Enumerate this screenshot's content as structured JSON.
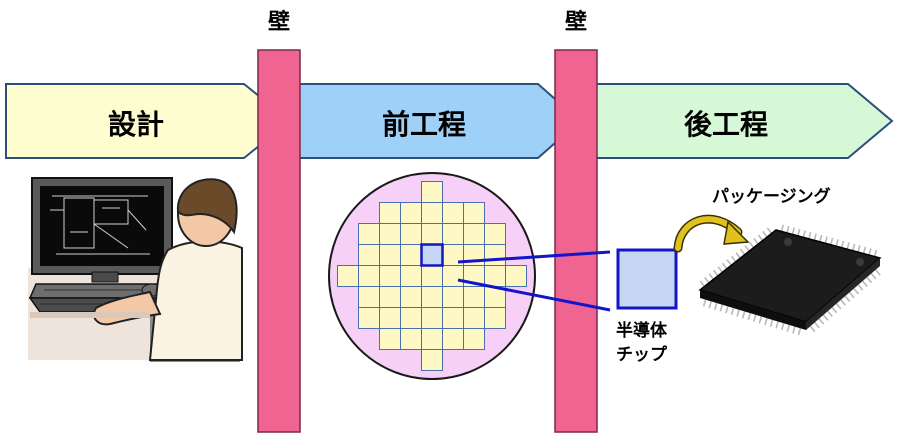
{
  "walls": [
    {
      "label": "壁"
    },
    {
      "label": "壁"
    }
  ],
  "stages": [
    {
      "label": "設計",
      "fill": "#fdfdd0"
    },
    {
      "label": "前工程",
      "fill": "#9fd0f8"
    },
    {
      "label": "後工程",
      "fill": "#d6f8d6"
    }
  ],
  "labels": {
    "packaging": "パッケージング",
    "chip_line1": "半導体",
    "chip_line2": "チップ"
  },
  "colors": {
    "wall_fill": "#f06492",
    "arrow_stroke": "#2c4f7c",
    "wafer_fill": "#f6d0f6",
    "die_fill": "#fdf8c4",
    "connector_blue": "#1515c8",
    "chip_fill": "#c6d7f3",
    "curved_arrow": "#e0c21e"
  }
}
